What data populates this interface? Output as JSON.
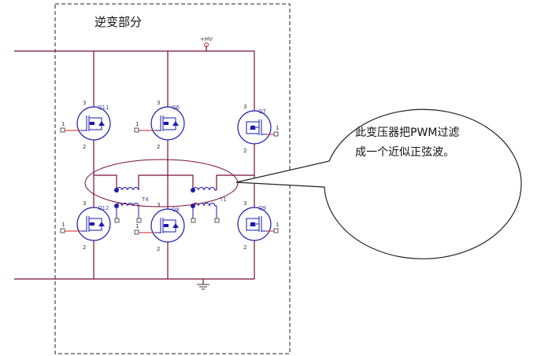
{
  "title": "逆变部分",
  "supply_label": "+HV",
  "callout": {
    "line1": "此变压器把PWM过滤",
    "line2": "成一个近似正弦波。"
  },
  "transistors": [
    {
      "ref": "Q11"
    },
    {
      "ref": "Q6"
    },
    {
      "ref": "Q7"
    },
    {
      "ref": "Q12"
    },
    {
      "ref": "Q8"
    },
    {
      "ref": "Q9"
    }
  ],
  "transformers": [
    {
      "ref": "T4"
    },
    {
      "ref": "T1"
    }
  ],
  "colors": {
    "wire": "#7a0f3a",
    "component": "#1a1ab0",
    "pin": "#cc2222"
  }
}
